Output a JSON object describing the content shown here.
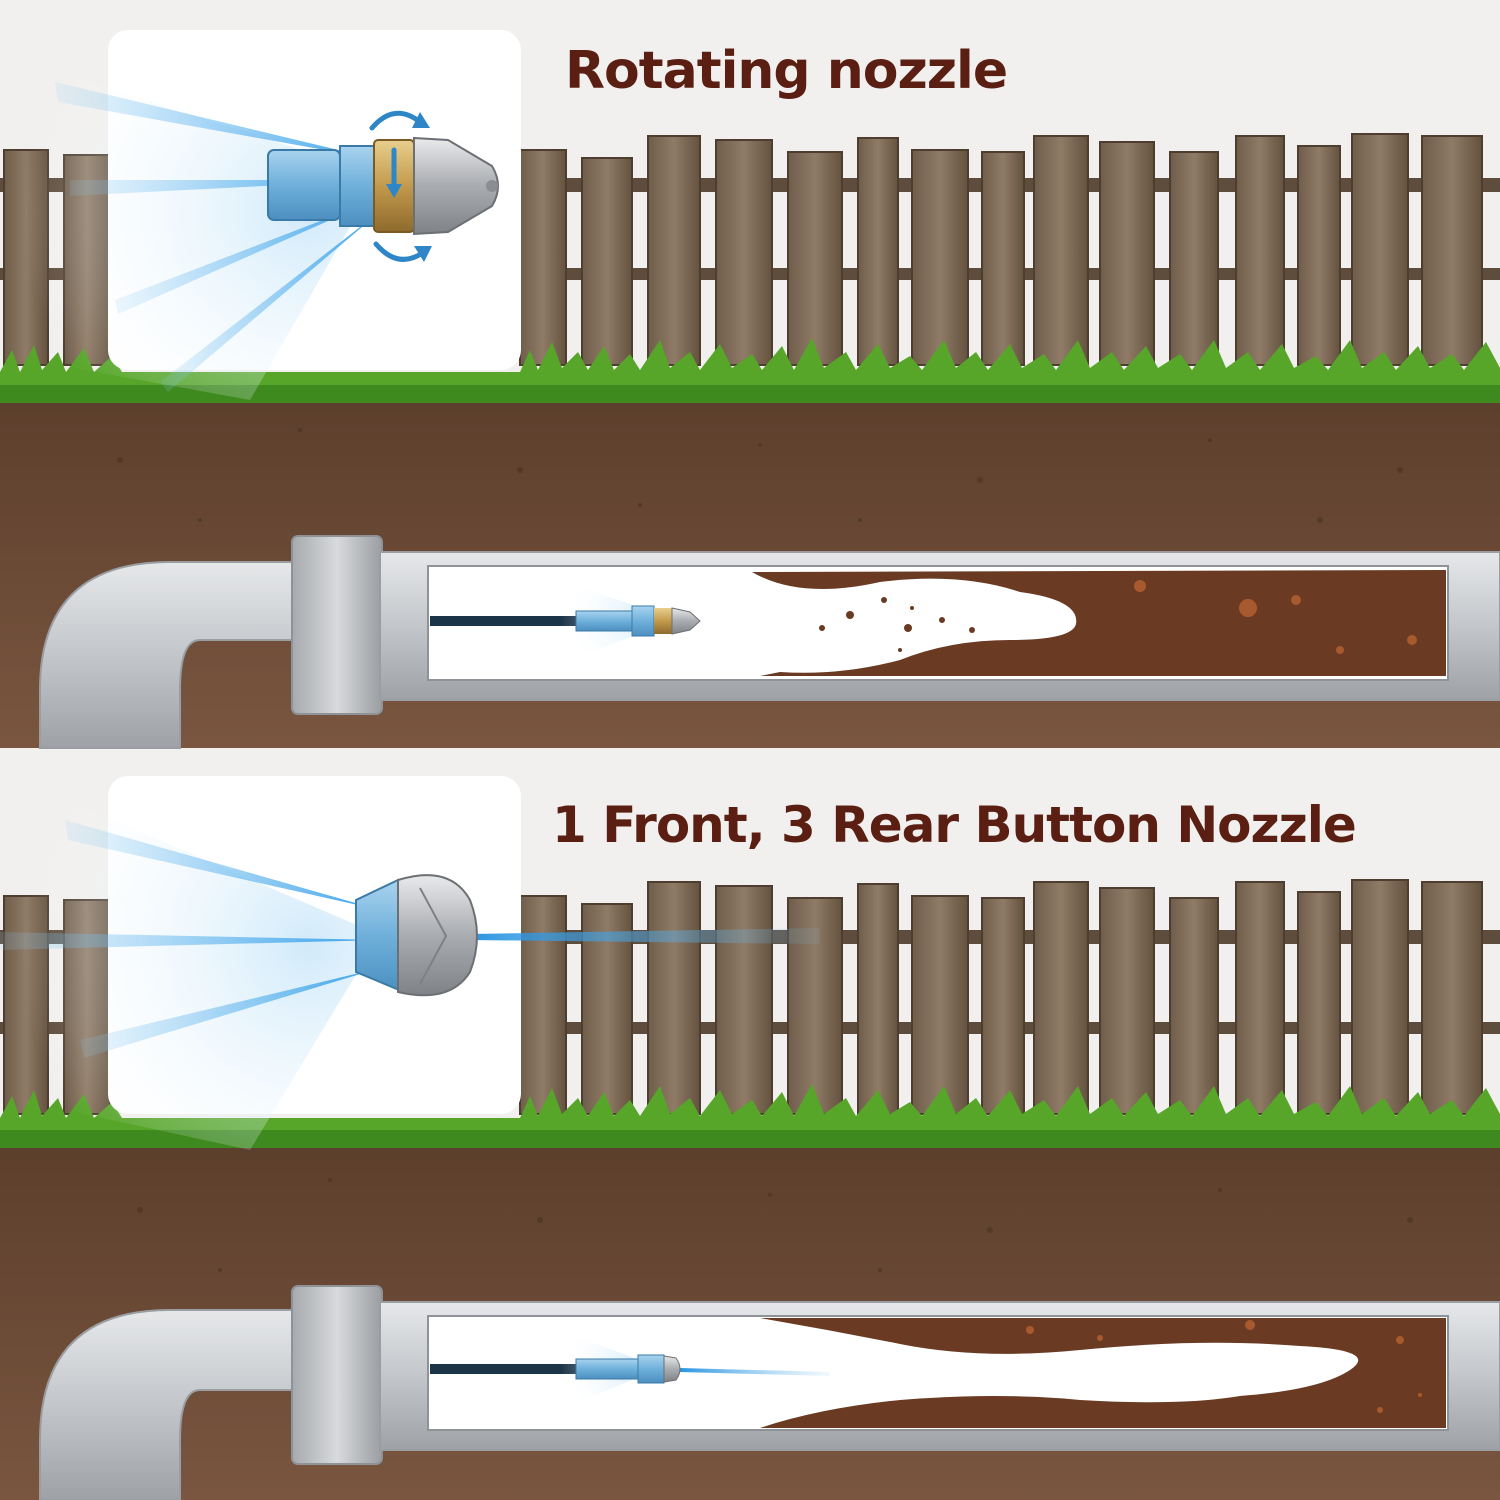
{
  "panels": [
    {
      "title": "Rotating nozzle",
      "nozzle_type": "rotating",
      "jet_pattern": "rear-jets-plus-rotation"
    },
    {
      "title": "1 Front, 3 Rear Button Nozzle",
      "nozzle_type": "button",
      "front_jets": 1,
      "rear_jets": 3
    }
  ],
  "colors": {
    "background": "#f1f0ee",
    "title_text": "#5a1f12",
    "fence_wood": "#8a7560",
    "fence_dark": "#5e4c3c",
    "grass": "#57a62a",
    "soil": "#6b4a34",
    "pipe": "#c9ccd0",
    "water_jet": "#3fa7ee",
    "nozzle_blue": "#7db8df",
    "brass": "#c9a458",
    "steel": "#b9bcc0",
    "debris": "#6a3a22"
  },
  "icons": [
    "rotation-arrow-icon",
    "water-spray-icon"
  ]
}
